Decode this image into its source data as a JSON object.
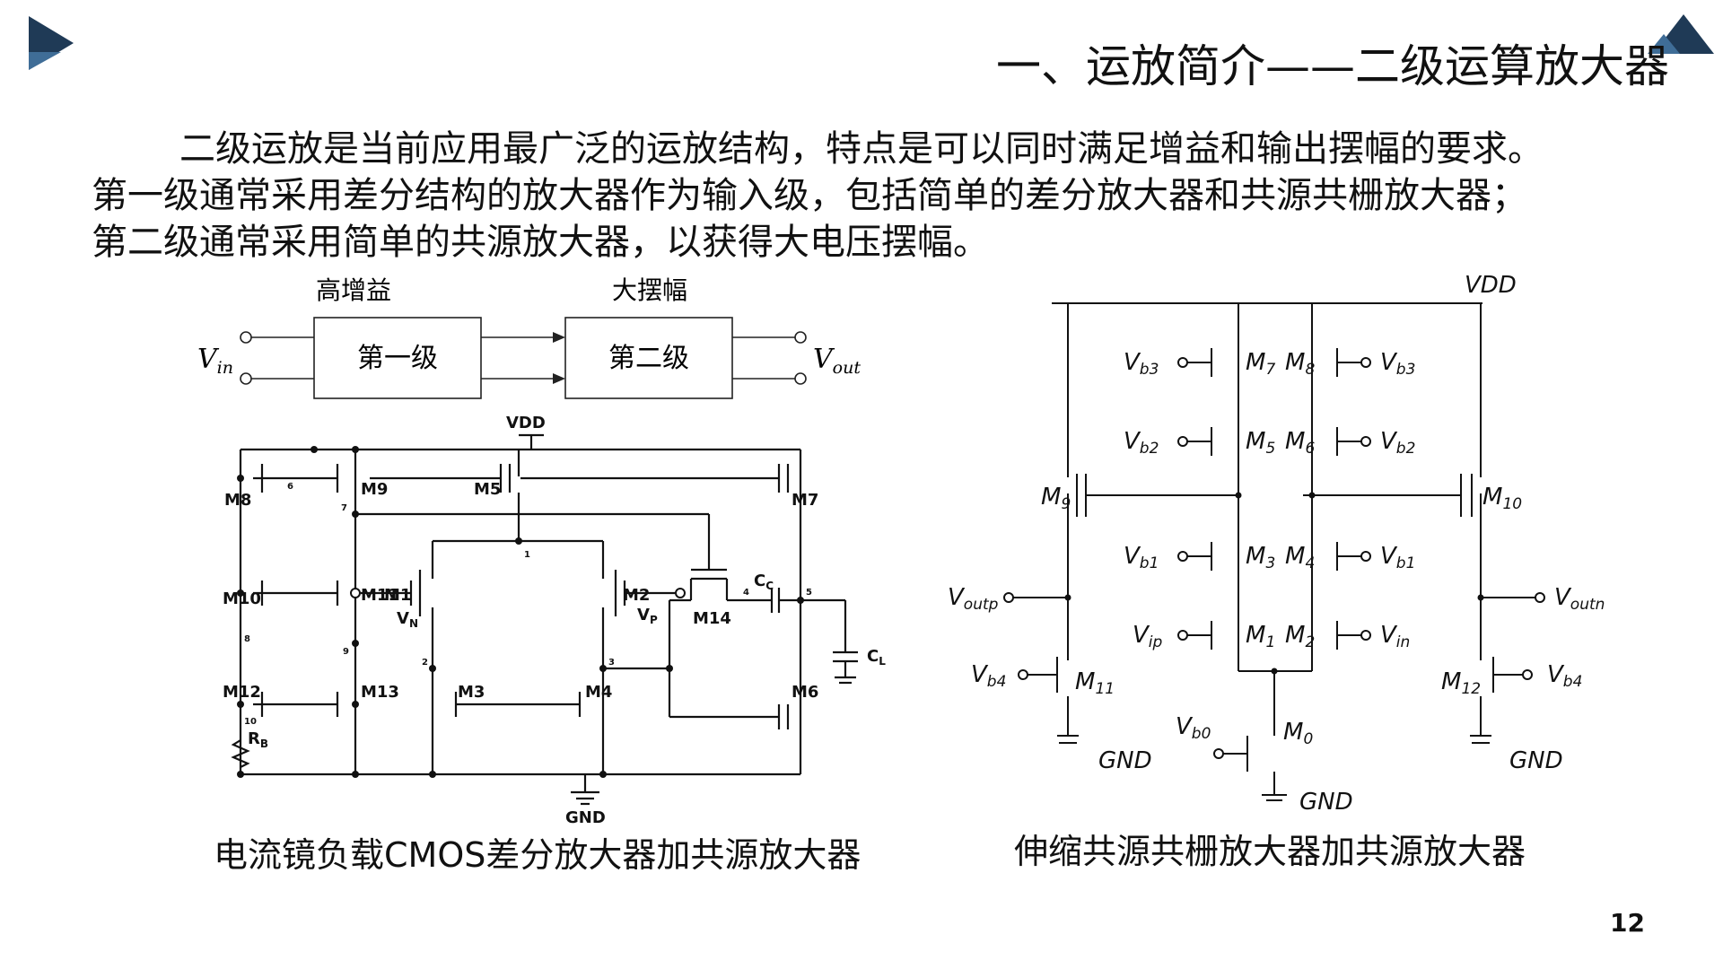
{
  "slide": {
    "title": "一、运放简介——二级运算放大器",
    "paragraph_lines": [
      "二级运放是当前应用最广泛的运放结构，特点是可以同时满足增益和输出摆幅的要求。",
      "第一级通常采用差分结构的放大器作为输入级，包括简单的差分放大器和共源共栅放大器；",
      "第二级通常采用简单的共源放大器，以获得大电压摆幅。"
    ],
    "page_number": "12"
  },
  "block_diagram": {
    "gain_label_1": "高增益",
    "gain_label_2": "大摆幅",
    "stage1": "第一级",
    "stage2": "第二级",
    "input_label": "V",
    "input_sub": "in",
    "output_label": "V",
    "output_sub": "out"
  },
  "left_circuit": {
    "caption": "电流镜负载CMOS差分放大器加共源放大器",
    "labels": {
      "vdd": "VDD",
      "gnd": "GND",
      "m8": "M8",
      "m9": "M9",
      "m5": "M5",
      "m7": "M7",
      "m10": "M10",
      "m11": "M11",
      "m1": "M1",
      "m2": "M2",
      "m12": "M12",
      "m13": "M13",
      "m3": "M3",
      "m4": "M4",
      "m6": "M6",
      "m14": "M14",
      "rb": "R",
      "rb_sub": "B",
      "cc": "C",
      "cc_sub": "C",
      "cl": "C",
      "cl_sub": "L",
      "vn": "V",
      "vn_sub": "N",
      "vp": "V",
      "vp_sub": "P",
      "n1": "1",
      "n2": "2",
      "n3": "3",
      "n4": "4",
      "n5": "5",
      "n6": "6",
      "n7": "7",
      "n8": "8",
      "n9": "9",
      "n10": "10"
    }
  },
  "right_circuit": {
    "caption": "伸缩共源共栅放大器加共源放大器",
    "labels": {
      "vdd": "VDD",
      "gnd": "GND",
      "m": "M",
      "m7": "7",
      "m8": "8",
      "m5": "5",
      "m6": "6",
      "m3": "3",
      "m4": "4",
      "m1": "1",
      "m2": "2",
      "m9": "9",
      "m10": "10",
      "m11": "11",
      "m12": "12",
      "m0": "0",
      "v": "V",
      "b3": "b3",
      "b2": "b2",
      "b1": "b1",
      "b4": "b4",
      "b0": "b0",
      "ip": "ip",
      "in": "in",
      "outp": "outp",
      "outn": "outn"
    }
  },
  "colors": {
    "logo_dark": "#1f3a56",
    "logo_mid": "#2f5a80",
    "text": "#111111"
  },
  "icons": {
    "logo_left": "play-triangle-icon",
    "logo_right": "mountain-triangle-icon"
  }
}
